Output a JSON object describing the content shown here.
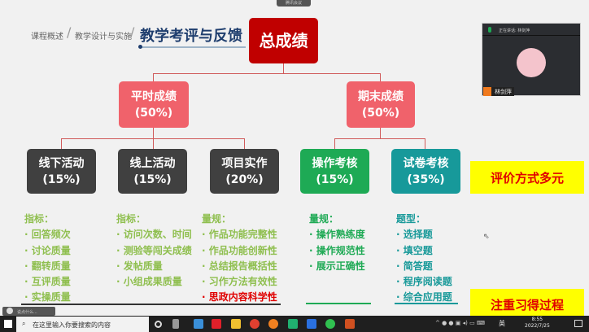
{
  "meeting_badge": "腾讯会议",
  "breadcrumb": [
    "课程概述",
    "教学设计与实施"
  ],
  "page_title": "教学考评与反馈",
  "root": {
    "label": "总成绩"
  },
  "level2": [
    {
      "label": "平时成绩",
      "pct": "(50%)"
    },
    {
      "label": "期末成绩",
      "pct": "(50%)"
    }
  ],
  "level3": [
    {
      "label": "线下活动",
      "pct": "(15%)"
    },
    {
      "label": "线上活动",
      "pct": "(15%)"
    },
    {
      "label": "项目实作",
      "pct": "(20%)"
    },
    {
      "label": "操作考核",
      "pct": "(15%)"
    },
    {
      "label": "试卷考核",
      "pct": "(35%)"
    }
  ],
  "lists": [
    {
      "heading": "指标：",
      "items": [
        "回答频次",
        "讨论质量",
        "翻转质量",
        "互评质量",
        "实操质量"
      ]
    },
    {
      "heading": "指标：",
      "items": [
        "访问次数、时间",
        "测验等闯关成绩",
        "发帖质量",
        "小组成果质量"
      ]
    },
    {
      "heading": "量规：",
      "items": [
        "作品功能完整性",
        "作品功能创新性",
        "总结报告概括性",
        "习作方法有效性",
        "思政内容科学性"
      ]
    },
    {
      "heading": "量规：",
      "items": [
        "操作熟练度",
        "操作规范性",
        "展示正确性"
      ]
    },
    {
      "heading": "题型：",
      "items": [
        "选择题",
        "填空题",
        "简答题",
        "程序阅读题",
        "综合应用题"
      ]
    }
  ],
  "callouts": [
    "评价方式多元",
    "注重习得过程"
  ],
  "video": {
    "speaking": "正在讲话: 林剑萍",
    "name": "林剑萍"
  },
  "float_widget": "说点什么...",
  "taskbar": {
    "search_placeholder": "在这里输入你要搜索的内容",
    "ime": "英",
    "time": "8:55",
    "date": "2022/7/25"
  },
  "colors": {
    "root": "#c00000",
    "level2": "#f0626b",
    "dark": "#404040",
    "green": "#1eaa55",
    "teal": "#17999a",
    "callout_bg": "#ffff00",
    "callout_text": "#e00000"
  }
}
